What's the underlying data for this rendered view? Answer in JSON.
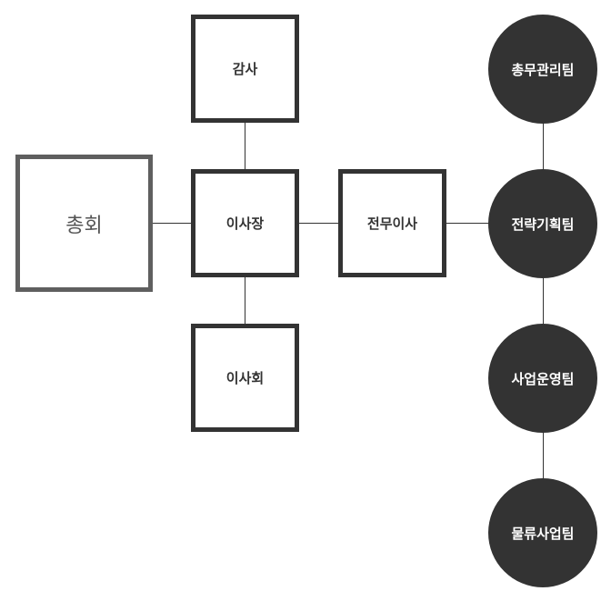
{
  "colors": {
    "box_border": "#333333",
    "assembly_border": "#5f5f5f",
    "team_fill": "#333333",
    "team_text": "#ffffff",
    "line": "#333333"
  },
  "org_chart": {
    "assembly": "총회",
    "chairman": "이사장",
    "auditor": "감사",
    "board": "이사회",
    "managing_director": "전무이사",
    "teams": {
      "general_affairs": "총무관리팀",
      "strategy_planning": "전략기획팀",
      "business_operations": "사업운영팀",
      "logistics_business": "물류사업팀"
    }
  }
}
